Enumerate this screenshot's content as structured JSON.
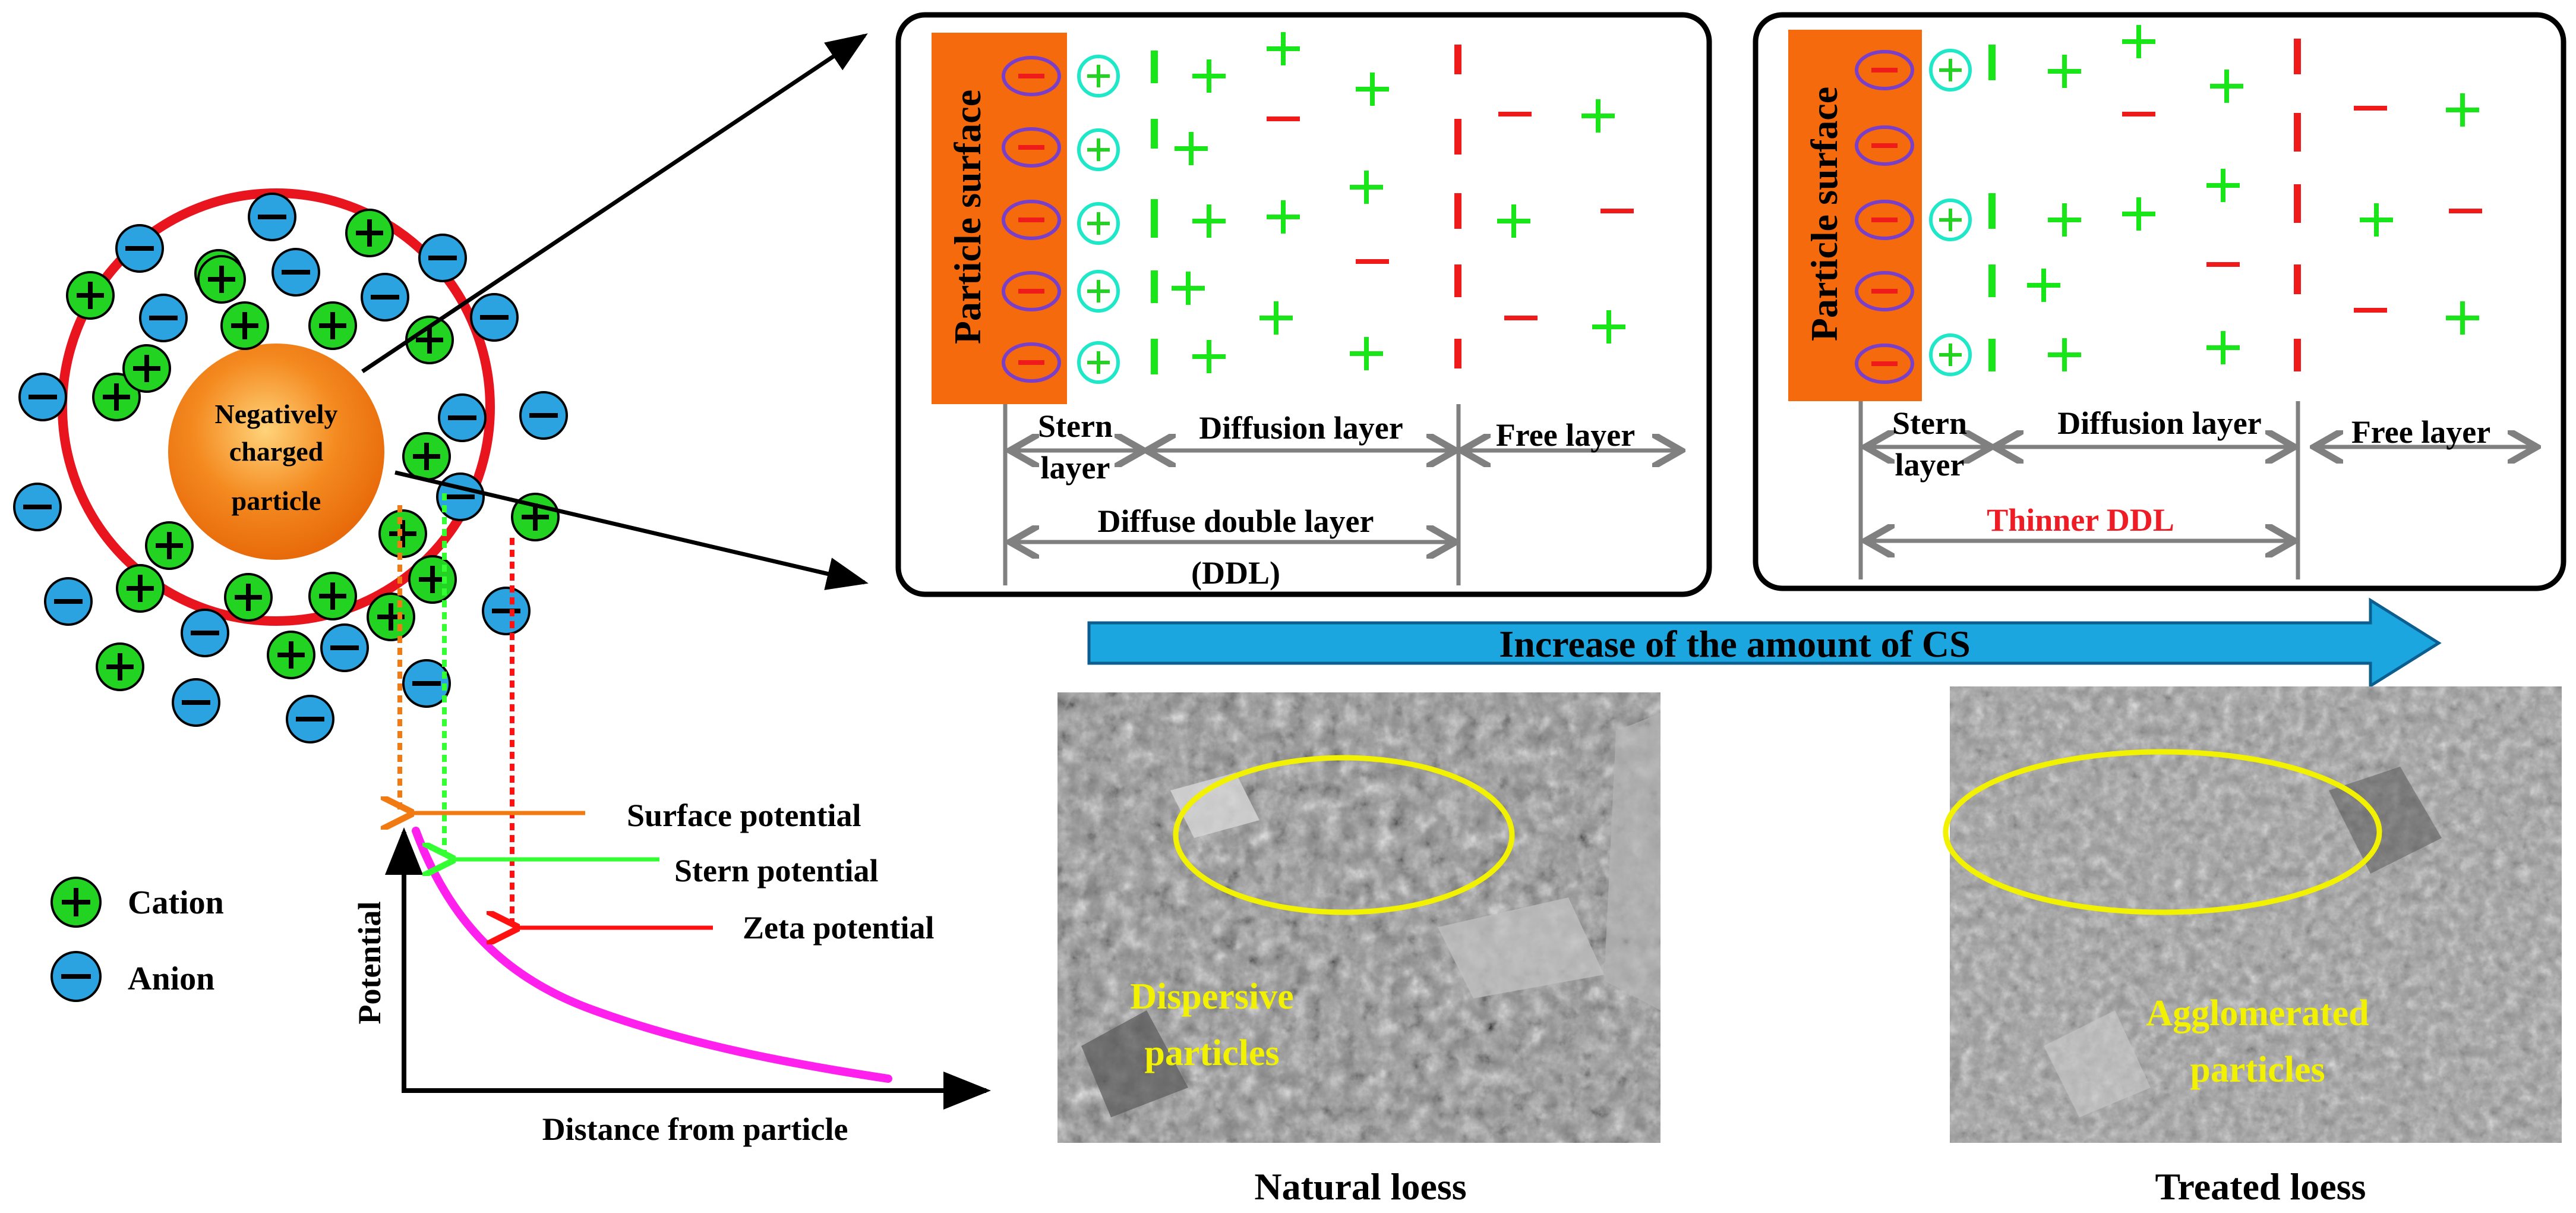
{
  "particle": {
    "label_lines": [
      "Negatively",
      "charged",
      "particle"
    ]
  },
  "legend": {
    "cation_label": "Cation",
    "anion_label": "Anion",
    "cation_symbol": "+",
    "anion_symbol": "−"
  },
  "potential_plot": {
    "y_axis_label": "Potential",
    "x_axis_label": "Distance from particle",
    "surface_potential_label": "Surface potential",
    "stern_potential_label": "Stern potential",
    "zeta_potential_label": "Zeta potential"
  },
  "ddl_panel_natural": {
    "surface_label": "Particle surface",
    "stern_label_lines": [
      "Stern",
      "layer"
    ],
    "diffusion_label": "Diffusion layer",
    "free_label": "Free layer",
    "ddl_label_lines": [
      "Diffuse double layer",
      "(DDL)"
    ]
  },
  "ddl_panel_treated": {
    "surface_label": "Particle surface",
    "stern_label_lines": [
      "Stern",
      "layer"
    ],
    "diffusion_label": "Diffusion layer",
    "free_label": "Free layer",
    "ddl_label": "Thinner DDL"
  },
  "arrow_banner": {
    "label": "Increase of the amount of CS"
  },
  "sem_natural": {
    "annotation_lines": [
      "Dispersive",
      "particles"
    ],
    "caption": "Natural loess"
  },
  "sem_treated": {
    "annotation_lines": [
      "Agglomerated",
      "particles"
    ],
    "caption": "Treated loess"
  },
  "colors": {
    "cation_fill": "#22d421",
    "anion_fill": "#2aa3e0",
    "ring": "#e8141e",
    "particle_core": "#f07010",
    "surface_block": "#f46a0c",
    "green_sign": "#19e619",
    "red_sign": "#ef1b1b",
    "gray_arrow": "#808080",
    "banner_arrow": "#1ca6df",
    "magenta_curve": "#ff20ee",
    "highlight_yellow": "#f2f200",
    "thinner_ddl_red": "#ee1c25",
    "stern_circle": "#1ee8c8",
    "neg_ellipse": "#7a3fc8"
  }
}
